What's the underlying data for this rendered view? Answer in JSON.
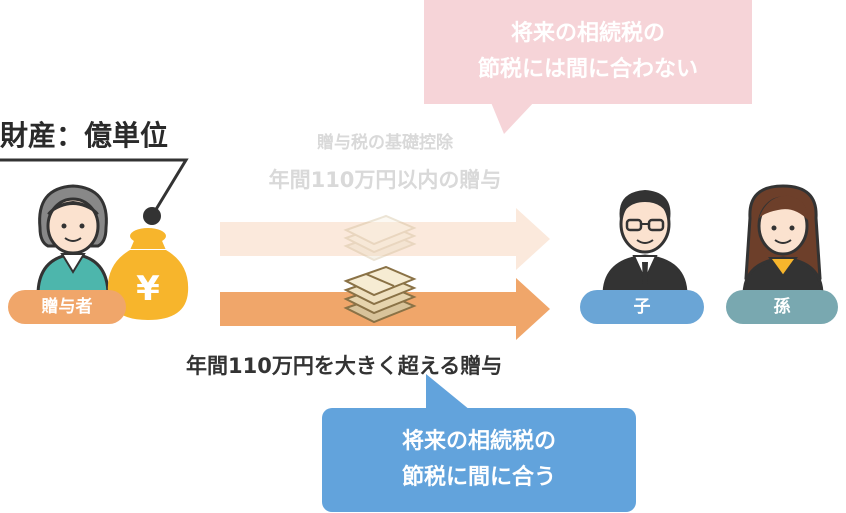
{
  "top_bubble": {
    "line1": "将来の相続税の",
    "line2": "節税には間に合わない",
    "color": "#f6d4d8"
  },
  "asset_label": "財産：億単位",
  "faded_caption": {
    "line1": "贈与税の基礎控除",
    "line2": "年間110万円以内の贈与"
  },
  "large_gift_label": "年間110万円を大きく超える贈与",
  "bottom_bubble": {
    "line1": "将来の相続税の",
    "line2": "節税に間に合う",
    "color": "#62a3dc"
  },
  "giver": {
    "label": "贈与者",
    "pill_color": "#f0a66a"
  },
  "child": {
    "label": "子",
    "pill_color": "#6aa5d6"
  },
  "grandchild": {
    "label": "孫",
    "pill_color": "#79a8b0"
  },
  "money_bag_symbol": "¥",
  "colors": {
    "arrow_strong": "#f0a66a",
    "arrow_faded": "#fbe9dc",
    "bag": "#f7b52c"
  }
}
